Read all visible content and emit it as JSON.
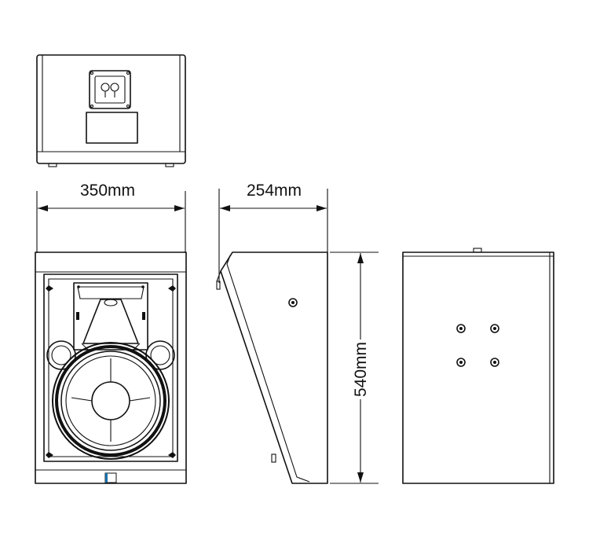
{
  "dimensions": {
    "width": "350mm",
    "depth": "254mm",
    "height": "540mm"
  },
  "colors": {
    "line": "#111111",
    "accent": "#1a6fa8",
    "background": "#ffffff"
  }
}
